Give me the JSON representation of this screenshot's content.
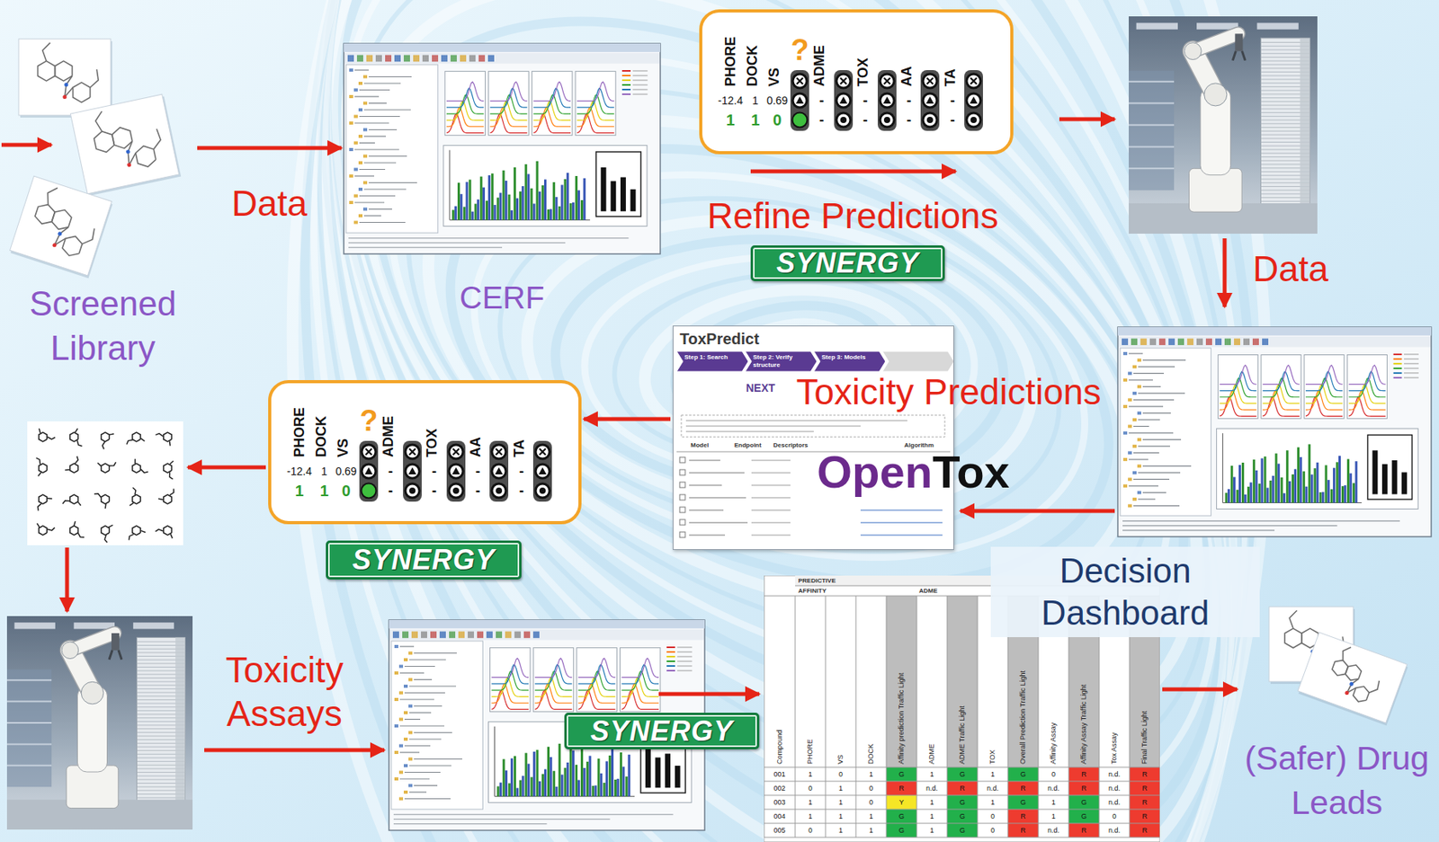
{
  "diagram": {
    "nodes": [
      {
        "text": [
          "Screened Library"
        ]
      },
      {
        "text": [
          "CERF"
        ]
      },
      {
        "text": [
          "PHORE",
          "DOCK",
          "VS",
          "?",
          "ADME",
          "TOX",
          "AA",
          "TA",
          "-12.4",
          "1",
          "0.69",
          "1",
          "1",
          "0",
          "-",
          "-",
          "-",
          "-",
          "-",
          "-",
          "-",
          "-"
        ]
      },
      {
        "text": [
          "SYNERGY"
        ]
      },
      {
        "text": [
          "ToxPredict",
          "Step 1: Search",
          "Step 2: Verify structure",
          "Step 3: Models",
          "NEXT",
          "Model",
          "Endpoint",
          "Descriptors",
          "Algorithm"
        ]
      },
      {
        "text": [
          "PHORE",
          "DOCK",
          "VS",
          "?",
          "ADME",
          "TOX",
          "AA",
          "TA",
          "-12.4",
          "1",
          "0.69",
          "1",
          "1",
          "0",
          "-",
          "-",
          "-",
          "-",
          "-",
          "-",
          "-",
          "-"
        ]
      },
      {
        "text": [
          "SYNERGY"
        ]
      },
      {
        "text": [
          "SYNERGY"
        ]
      },
      {
        "text": [
          "Decision Dashboard"
        ]
      },
      {
        "text": [
          "(Safer) Drug Leads"
        ]
      }
    ],
    "edges": [
      {
        "from": 0,
        "to": 1,
        "label": "Data",
        "arrow": "to"
      },
      {
        "from": 4,
        "to": 5,
        "arrow": "to"
      },
      {
        "from": 8,
        "to": 9,
        "arrow": "to"
      }
    ],
    "labels": [
      "Refine Predictions",
      "Data",
      "Toxicity Predictions",
      "OpenTox",
      "Toxicity Assays",
      "PREDICTIVE",
      "AFFINITY",
      "ADME",
      "Compound",
      "PHORE",
      "VS",
      "DOCK",
      "Affinity prediction Traffic Light",
      "ADME",
      "ADME Traffic Light",
      "TOX",
      "Overall Prediction Traffic Light",
      "Affinity Assay",
      "Affinity Assay Traffic Light",
      "Tox Assay",
      "Final Traffic Light",
      "001",
      "1",
      "0",
      "1",
      "G",
      "1",
      "G",
      "1",
      "G",
      "0",
      "R",
      "n.d.",
      "R",
      "002",
      "0",
      "1",
      "0",
      "R",
      "n.d.",
      "R",
      "n.d.",
      "R",
      "n.d.",
      "R",
      "n.d.",
      "R",
      "003",
      "1",
      "1",
      "0",
      "Y",
      "1",
      "G",
      "1",
      "G",
      "1",
      "G",
      "n.d.",
      "R",
      "004",
      "1",
      "1",
      "1",
      "G",
      "1",
      "G",
      "0",
      "R",
      "1",
      "G",
      "0",
      "R",
      "005",
      "0",
      "1",
      "1",
      "G",
      "1",
      "G",
      "0",
      "R",
      "n.d.",
      "R",
      "n.d.",
      "R"
    ]
  }
}
